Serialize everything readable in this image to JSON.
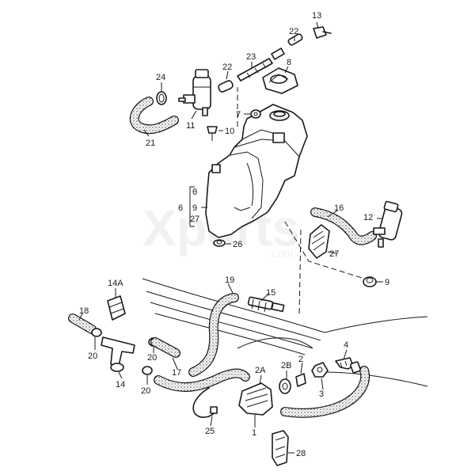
{
  "diagram": {
    "watermark": {
      "brand": "Xparts",
      "suffix": ".com"
    },
    "labels": {
      "p13": "13",
      "p22a": "22",
      "p22b": "22",
      "p23": "23",
      "p8": "8",
      "p24": "24",
      "p11": "11",
      "p7": "7",
      "p10": "10",
      "p21": "21",
      "p6": "6",
      "p6_theta": "θ",
      "p6_9": "9",
      "p6_27": "27",
      "p26": "26",
      "p16": "16",
      "p12": "12",
      "p27": "27",
      "p9": "9",
      "p19": "19",
      "p15": "15",
      "p14A": "14A",
      "p18": "18",
      "p20a": "20",
      "p20b": "20",
      "p20c": "20",
      "p14": "14",
      "p17": "17",
      "p2A": "2A",
      "p2B": "2B",
      "p2": "2",
      "p4": "4",
      "p3": "3",
      "p1": "1",
      "p25": "25",
      "p28": "28"
    }
  }
}
